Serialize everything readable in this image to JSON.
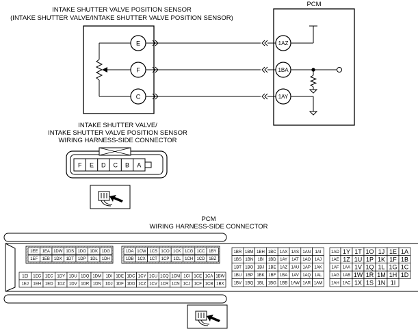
{
  "sensor": {
    "title_line1": "INTAKE SHUTTER VALVE POSITION SENSOR",
    "title_line2": "(INTAKE SHUTTER VALVE/INTAKE SHUTTER VALVE POSITION SENSOR)",
    "terminals": [
      "E",
      "F",
      "C"
    ]
  },
  "pcm": {
    "title": "PCM",
    "terminals": [
      "1AZ",
      "1BA",
      "1AY"
    ]
  },
  "sensor_connector": {
    "title_line1": "INTAKE SHUTTER VALVE/",
    "title_line2": "INTAKE SHUTTER VALVE POSITION SENSOR",
    "title_line3": "WIRING HARNESS-SIDE CONNECTOR",
    "pins": [
      "F",
      "E",
      "D",
      "C",
      "B",
      "A"
    ]
  },
  "pcm_connector": {
    "title_line1": "PCM",
    "title_line2": "WIRING HARNESS-SIDE CONNECTOR",
    "block1": [
      [
        "1EE",
        "1EA",
        "1DW",
        "1DS",
        "1DO",
        "1DK",
        "1DG"
      ],
      [
        "1EF",
        "1EB",
        "1DX",
        "1DT",
        "1DP",
        "1DL",
        "1DH"
      ],
      [
        "1EI",
        "1EG",
        "1EC",
        "1DY",
        "1DU",
        "1DQ",
        "1DM",
        "1DI"
      ],
      [
        "1EJ",
        "1EH",
        "1ED",
        "1DZ",
        "1DV",
        "1DR",
        "1DN",
        "1DJ"
      ]
    ],
    "block2": [
      [
        "1DA",
        "1CW",
        "1CS",
        "1CO",
        "1CK",
        "1CG",
        "1CC",
        "1BY"
      ],
      [
        "1DB",
        "1CX",
        "1CT",
        "1CP",
        "1CL",
        "1CH",
        "1CD",
        "1BZ"
      ],
      [
        "1DE",
        "1DC",
        "1CY",
        "1CU",
        "1CQ",
        "1CM",
        "1CI",
        "1CE",
        "1CA",
        "1BW"
      ],
      [
        "1DF",
        "1DD",
        "1CZ",
        "1CV",
        "1CR",
        "1CN",
        "1CJ",
        "1CF",
        "1CB",
        "1BX"
      ]
    ],
    "block3": [
      [
        "1BR",
        "1BM",
        "1BH",
        "1BC",
        "1AX",
        "1AS",
        "1AN",
        "1AI"
      ],
      [
        "1BS",
        "1BN",
        "1BI",
        "1BD",
        "1AY",
        "1AT",
        "1AO",
        "1AJ"
      ],
      [
        "1BT",
        "1BO",
        "1BJ",
        "1BE",
        "1AZ",
        "1AU",
        "1AP",
        "1AK"
      ],
      [
        "1BU",
        "1BP",
        "1BK",
        "1BF",
        "1BA",
        "1AV",
        "1AQ",
        "1AL"
      ],
      [
        "1BV",
        "1BQ",
        "1BL",
        "1BG",
        "1BB",
        "1AW",
        "1AR",
        "1AM"
      ]
    ],
    "block4": [
      [
        "1AD",
        "1Y",
        "1T",
        "1O",
        "1J",
        "1E",
        "1A"
      ],
      [
        "1AE",
        "1Z",
        "1U",
        "1P",
        "1K",
        "1F",
        "1B"
      ],
      [
        "1AF",
        "1AA",
        "1V",
        "1Q",
        "1L",
        "1G",
        "1C"
      ],
      [
        "1AG",
        "1AB",
        "1W",
        "1R",
        "1M",
        "1H",
        "1D"
      ],
      [
        "1AH",
        "1AC",
        "1X",
        "1S",
        "1N",
        "1I"
      ]
    ]
  }
}
